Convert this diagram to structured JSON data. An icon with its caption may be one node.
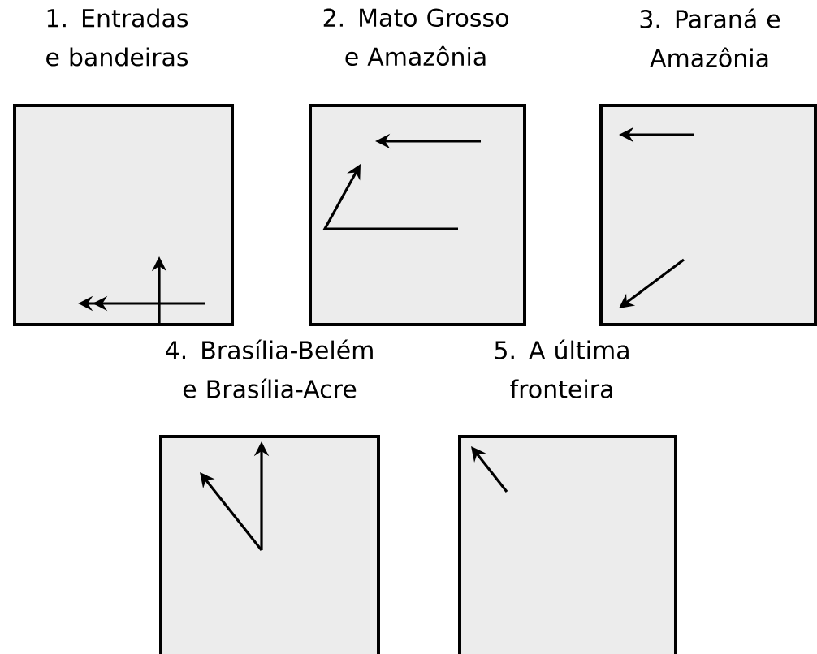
{
  "diagram": {
    "nodes": [
      {
        "text": [
          "1. Entradas e bandeiras"
        ]
      },
      {
        "text": [
          "2. Mato Grosso e Amazônia"
        ]
      },
      {
        "text": [
          "3. Paraná e Amazônia"
        ]
      },
      {
        "text": [
          "4. Brasília-Belém e Brasília-Acre"
        ]
      },
      {
        "text": [
          "5. A última fronteira"
        ]
      }
    ]
  }
}
